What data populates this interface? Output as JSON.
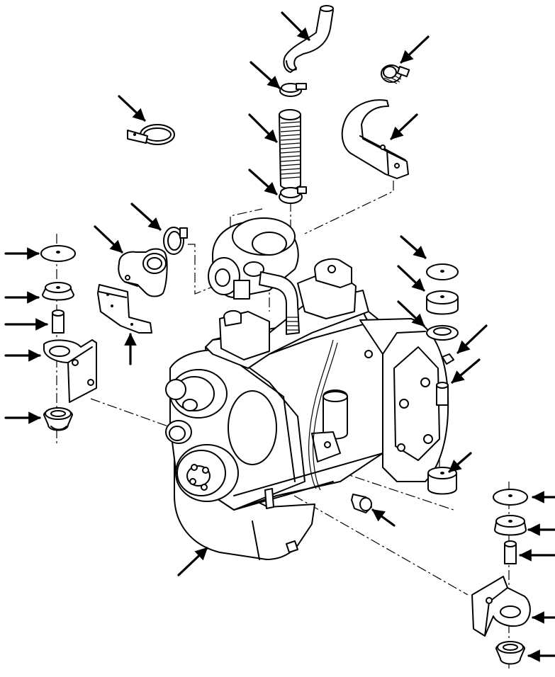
{
  "figure": {
    "kind": "exploded-view",
    "line_color": "#000000",
    "background": "#ffffff"
  },
  "callouts": [
    {
      "name": "callout-upper-hose",
      "points_to": "upper-radiator-hose"
    },
    {
      "name": "callout-upper-clamp-right",
      "points_to": "hose-clamp"
    },
    {
      "name": "callout-hose-clamp-upper",
      "points_to": "hose-clamp"
    },
    {
      "name": "callout-bracket",
      "points_to": "support-bracket"
    },
    {
      "name": "callout-wire-clamp",
      "points_to": "wire-clamp"
    },
    {
      "name": "callout-flex-hose",
      "points_to": "flexible-hose"
    },
    {
      "name": "callout-hose-clamp-lower",
      "points_to": "hose-clamp"
    },
    {
      "name": "callout-elbow-clamp",
      "points_to": "clamp"
    },
    {
      "name": "callout-elbow",
      "points_to": "elbow"
    },
    {
      "name": "callout-elbow-bracket",
      "points_to": "bracket"
    },
    {
      "name": "callout-left-washer",
      "points_to": "washer"
    },
    {
      "name": "callout-left-upper-cushion",
      "points_to": "cushion"
    },
    {
      "name": "callout-left-spacer",
      "points_to": "spacer"
    },
    {
      "name": "callout-left-mount-bracket",
      "points_to": "mount-bracket"
    },
    {
      "name": "callout-left-lower-cushion",
      "points_to": "cushion"
    },
    {
      "name": "callout-rear-washer",
      "points_to": "washer"
    },
    {
      "name": "callout-rear-upper-cushion",
      "points_to": "cushion"
    },
    {
      "name": "callout-rear-lower-washer",
      "points_to": "washer"
    },
    {
      "name": "callout-rear-bolt",
      "points_to": "bolt"
    },
    {
      "name": "callout-rear-spacer",
      "points_to": "spacer"
    },
    {
      "name": "callout-rear-lower-cushion",
      "points_to": "cushion"
    },
    {
      "name": "callout-drain-fitting",
      "points_to": "fitting"
    },
    {
      "name": "callout-oil-pan",
      "points_to": "engine-assembly"
    },
    {
      "name": "callout-right-washer",
      "points_to": "washer"
    },
    {
      "name": "callout-right-upper-cushion",
      "points_to": "cushion"
    },
    {
      "name": "callout-right-spacer",
      "points_to": "spacer"
    },
    {
      "name": "callout-right-mount-bracket",
      "points_to": "mount-bracket"
    },
    {
      "name": "callout-right-lower-cushion",
      "points_to": "cushion"
    }
  ]
}
